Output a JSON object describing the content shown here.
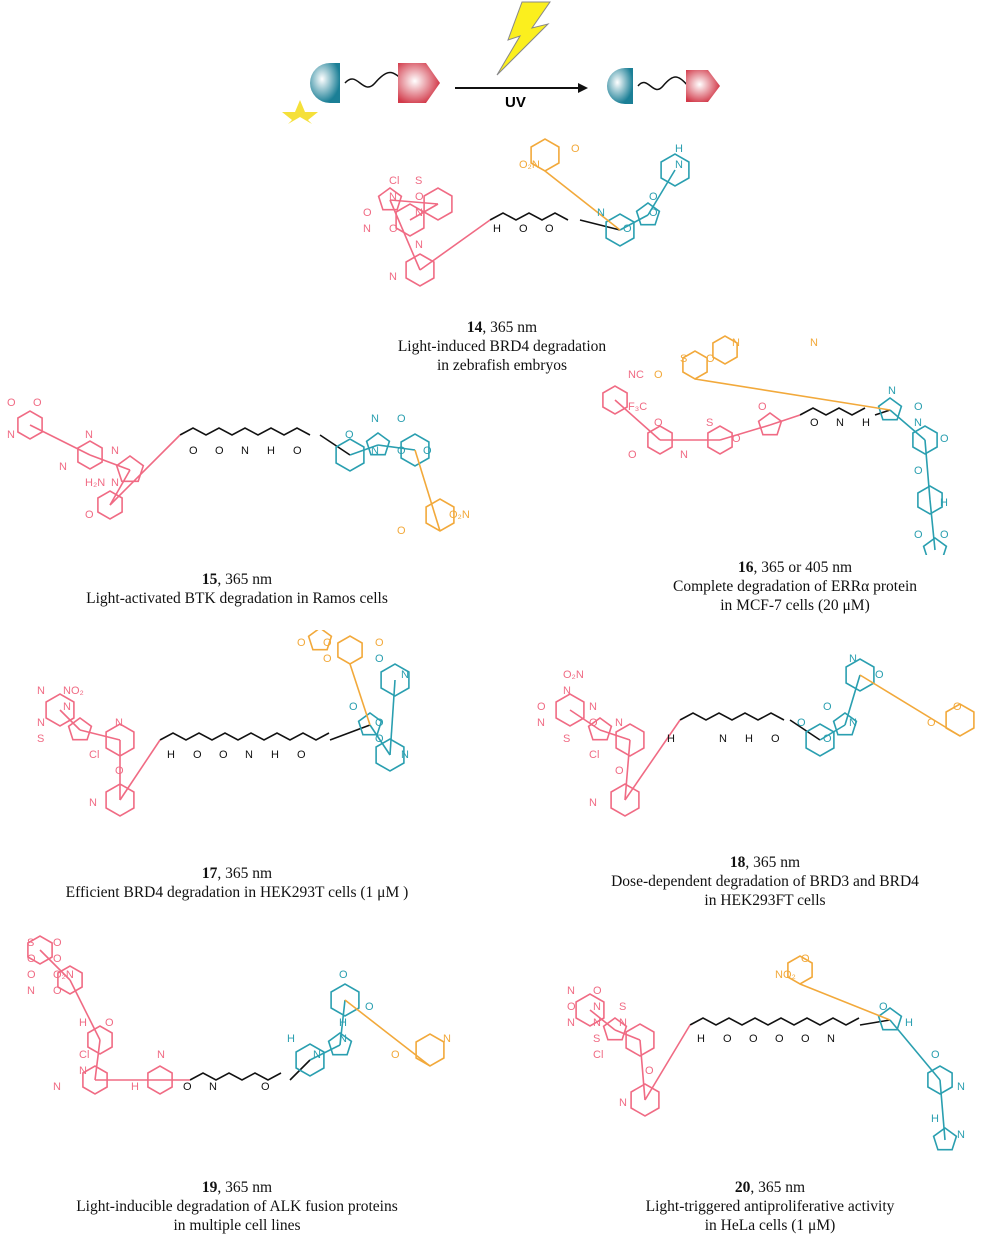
{
  "colors": {
    "warhead": "#f06b84",
    "linker": "#111111",
    "e3": "#2a9fb0",
    "cage": "#f2a93b",
    "star": "#f5e03a",
    "bolt": "#fbef1e"
  },
  "scheme": {
    "arrow_label": "UV"
  },
  "compounds": [
    {
      "id": "14",
      "number": "14",
      "wavelength": ", 365 nm",
      "lines": [
        "Light-induced BRD4 degradation",
        "in zebrafish embryos"
      ],
      "atoms": [
        "N",
        "N",
        "S",
        "N",
        "Cl",
        "O",
        "N",
        "N",
        "H",
        "O",
        "O",
        "O",
        "N",
        "O",
        "O",
        "N",
        "H",
        "O",
        "O₂N",
        "O",
        "O"
      ]
    },
    {
      "id": "15",
      "number": "15",
      "wavelength": ", 365 nm",
      "lines": [
        "Light-activated BTK degradation in Ramos cells"
      ],
      "atoms": [
        "O",
        "N",
        "N",
        "N",
        "N",
        "H₂N",
        "N",
        "O",
        "O",
        "O",
        "N",
        "H",
        "O",
        "N",
        "O",
        "O",
        "N",
        "O",
        "O",
        "O₂N",
        "O",
        "O"
      ]
    },
    {
      "id": "16",
      "number": "16",
      "wavelength": ", 365 or 405 nm",
      "lines": [
        "Complete degradation of ERRα protein",
        "in MCF-7 cells (20 μM)"
      ],
      "atoms": [
        "NC",
        "F₃C",
        "O",
        "O",
        "S",
        "N",
        "O",
        "O",
        "O",
        "N",
        "H",
        "O",
        "N",
        "O",
        "N",
        "H",
        "O",
        "O",
        "O",
        "O",
        "O",
        "N",
        "S",
        "N"
      ]
    },
    {
      "id": "17",
      "number": "17",
      "wavelength": ", 365 nm",
      "lines": [
        "Efficient BRD4  degradation in HEK293T  cells (1 μM )"
      ],
      "atoms": [
        "N",
        "N",
        "N",
        "S",
        "N",
        "Cl",
        "O",
        "N",
        "H",
        "O",
        "O",
        "N",
        "H",
        "O",
        "O",
        "O",
        "N",
        "O",
        "N",
        "O",
        "O",
        "O",
        "O",
        "O",
        "NO₂"
      ]
    },
    {
      "id": "18",
      "number": "18",
      "wavelength": ", 365 nm",
      "lines": [
        "Dose-dependent degradation of BRD3  and BRD4",
        "in HEK293FT  cells"
      ],
      "atoms": [
        "N",
        "N",
        "N",
        "S",
        "N",
        "Cl",
        "O",
        "N",
        "H",
        "N",
        "H",
        "O",
        "O",
        "O",
        "N",
        "O",
        "O",
        "N",
        "O",
        "O",
        "O₂N",
        "O",
        "O"
      ]
    },
    {
      "id": "19",
      "number": "19",
      "wavelength": ", 365 nm",
      "lines": [
        "Light-inducible degradation of ALK  fusion proteins",
        "in multiple cell lines"
      ],
      "atoms": [
        "S",
        "O",
        "O",
        "N",
        "H",
        "Cl",
        "N",
        "N",
        "N",
        "H",
        "O",
        "N",
        "O",
        "N",
        "H",
        "N",
        "H",
        "O",
        "O",
        "N",
        "O",
        "O",
        "O",
        "O₂N",
        "O",
        "O"
      ]
    },
    {
      "id": "20",
      "number": "20",
      "wavelength": ", 365 nm",
      "lines": [
        "Light-triggered antiproliferative activity",
        "in HeLa  cells (1 μM)"
      ],
      "atoms": [
        "N",
        "N",
        "N",
        "S",
        "N",
        "Cl",
        "O",
        "N",
        "H",
        "O",
        "O",
        "O",
        "O",
        "N",
        "H",
        "O",
        "N",
        "O",
        "N",
        "H",
        "O",
        "NO₂",
        "O",
        "O",
        "S",
        "N"
      ]
    }
  ]
}
